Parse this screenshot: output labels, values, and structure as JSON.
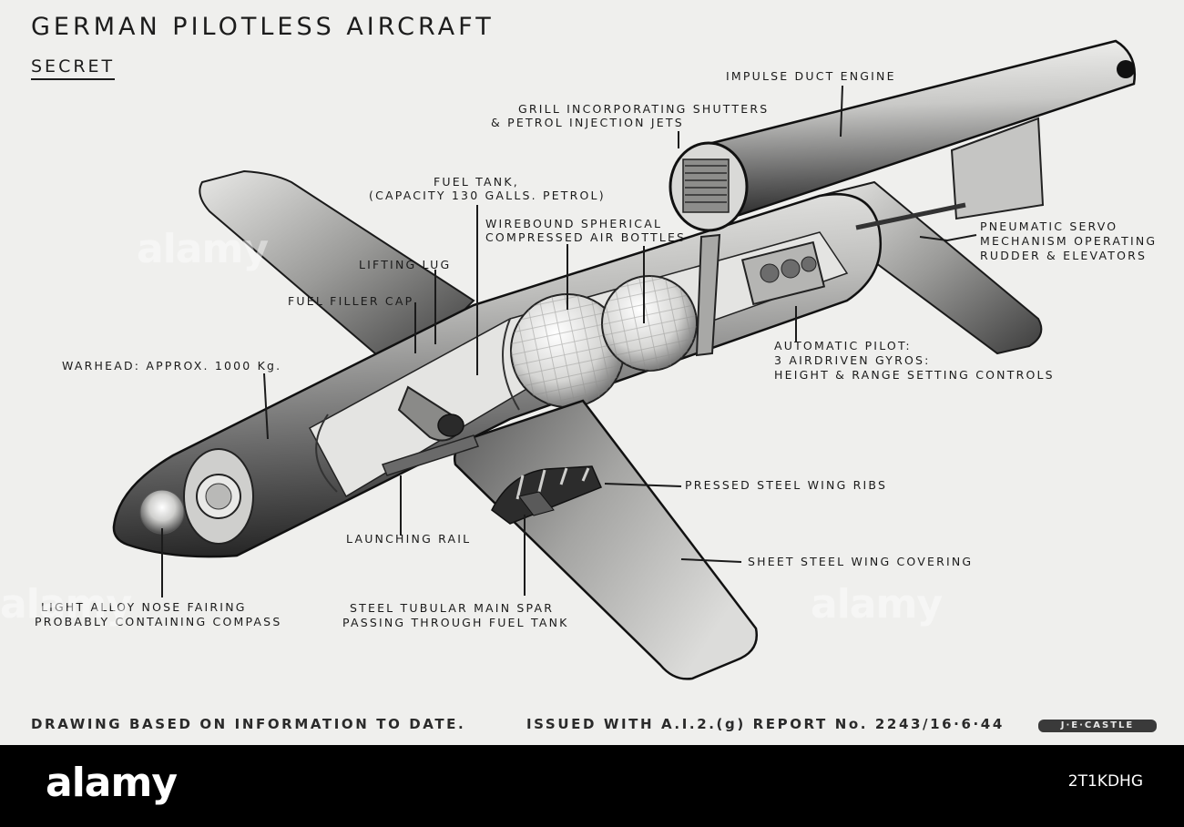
{
  "title": "GERMAN PILOTLESS AIRCRAFT",
  "classification": "SECRET",
  "labels": {
    "impulse_duct": "IMPULSE DUCT ENGINE",
    "grill_1": "GRILL INCORPORATING SHUTTERS",
    "grill_2": "& PETROL INJECTION JETS",
    "fuel_tank_1": "FUEL TANK,",
    "fuel_tank_2": "(CAPACITY 130 GALLS. PETROL)",
    "bottles_1": "WIREBOUND SPHERICAL",
    "bottles_2": "COMPRESSED AIR BOTTLES",
    "servo_1": "PNEUMATIC SERVO",
    "servo_2": "MECHANISM OPERATING",
    "servo_3": "RUDDER & ELEVATORS",
    "lifting_lug": "LIFTING LUG",
    "filler_cap": "FUEL FILLER CAP",
    "warhead": "WARHEAD: APPROX. 1000 Kg.",
    "autopilot_1": "AUTOMATIC PILOT:",
    "autopilot_2": "3 AIRDRIVEN GYROS:",
    "autopilot_3": "HEIGHT & RANGE SETTING CONTROLS",
    "wing_ribs": "PRESSED STEEL WING RIBS",
    "launching_rail": "LAUNCHING RAIL",
    "wing_covering": "SHEET STEEL WING COVERING",
    "nose_1": "LIGHT ALLOY NOSE FAIRING",
    "nose_2": "PROBABLY CONTAINING COMPASS",
    "spar_1": "STEEL TUBULAR MAIN SPAR",
    "spar_2": "PASSING THROUGH FUEL TANK"
  },
  "footer": {
    "left": "DRAWING BASED ON INFORMATION TO DATE.",
    "right": "ISSUED WITH A.I.2.(g) REPORT No. 2243/16·6·44",
    "artist": "J·E·CASTLE"
  },
  "watermark": {
    "text": "alamy",
    "image_code": "2T1KDHG"
  }
}
